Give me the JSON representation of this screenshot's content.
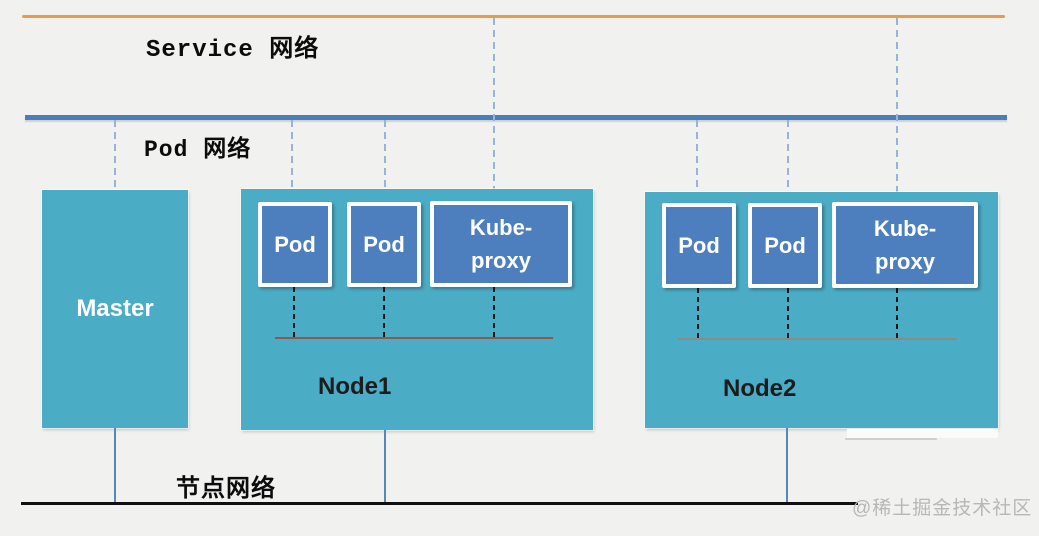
{
  "networks": {
    "service": {
      "label": "Service 网络",
      "color": "#E79A4D"
    },
    "pod": {
      "label": "Pod 网络",
      "color": "#4A7EBB"
    },
    "node": {
      "label": "节点网络",
      "color": "#101010"
    }
  },
  "master": {
    "label": "Master",
    "fill": "#4BACC6"
  },
  "nodes": [
    {
      "label": "Node1",
      "pods": [
        "Pod",
        "Pod"
      ],
      "kube_proxy": {
        "line1": "Kube-",
        "line2": "proxy"
      },
      "bus_color": "#8F574E"
    },
    {
      "label": "Node2",
      "pods": [
        "Pod",
        "Pod"
      ],
      "kube_proxy": {
        "line1": "Kube-",
        "line2": "proxy"
      },
      "bus_color": "#8A8A8A"
    }
  ],
  "pod_fill": "#4D7EBE",
  "node_fill": "#4BACC6",
  "watermark": "@稀土掘金技术社区"
}
